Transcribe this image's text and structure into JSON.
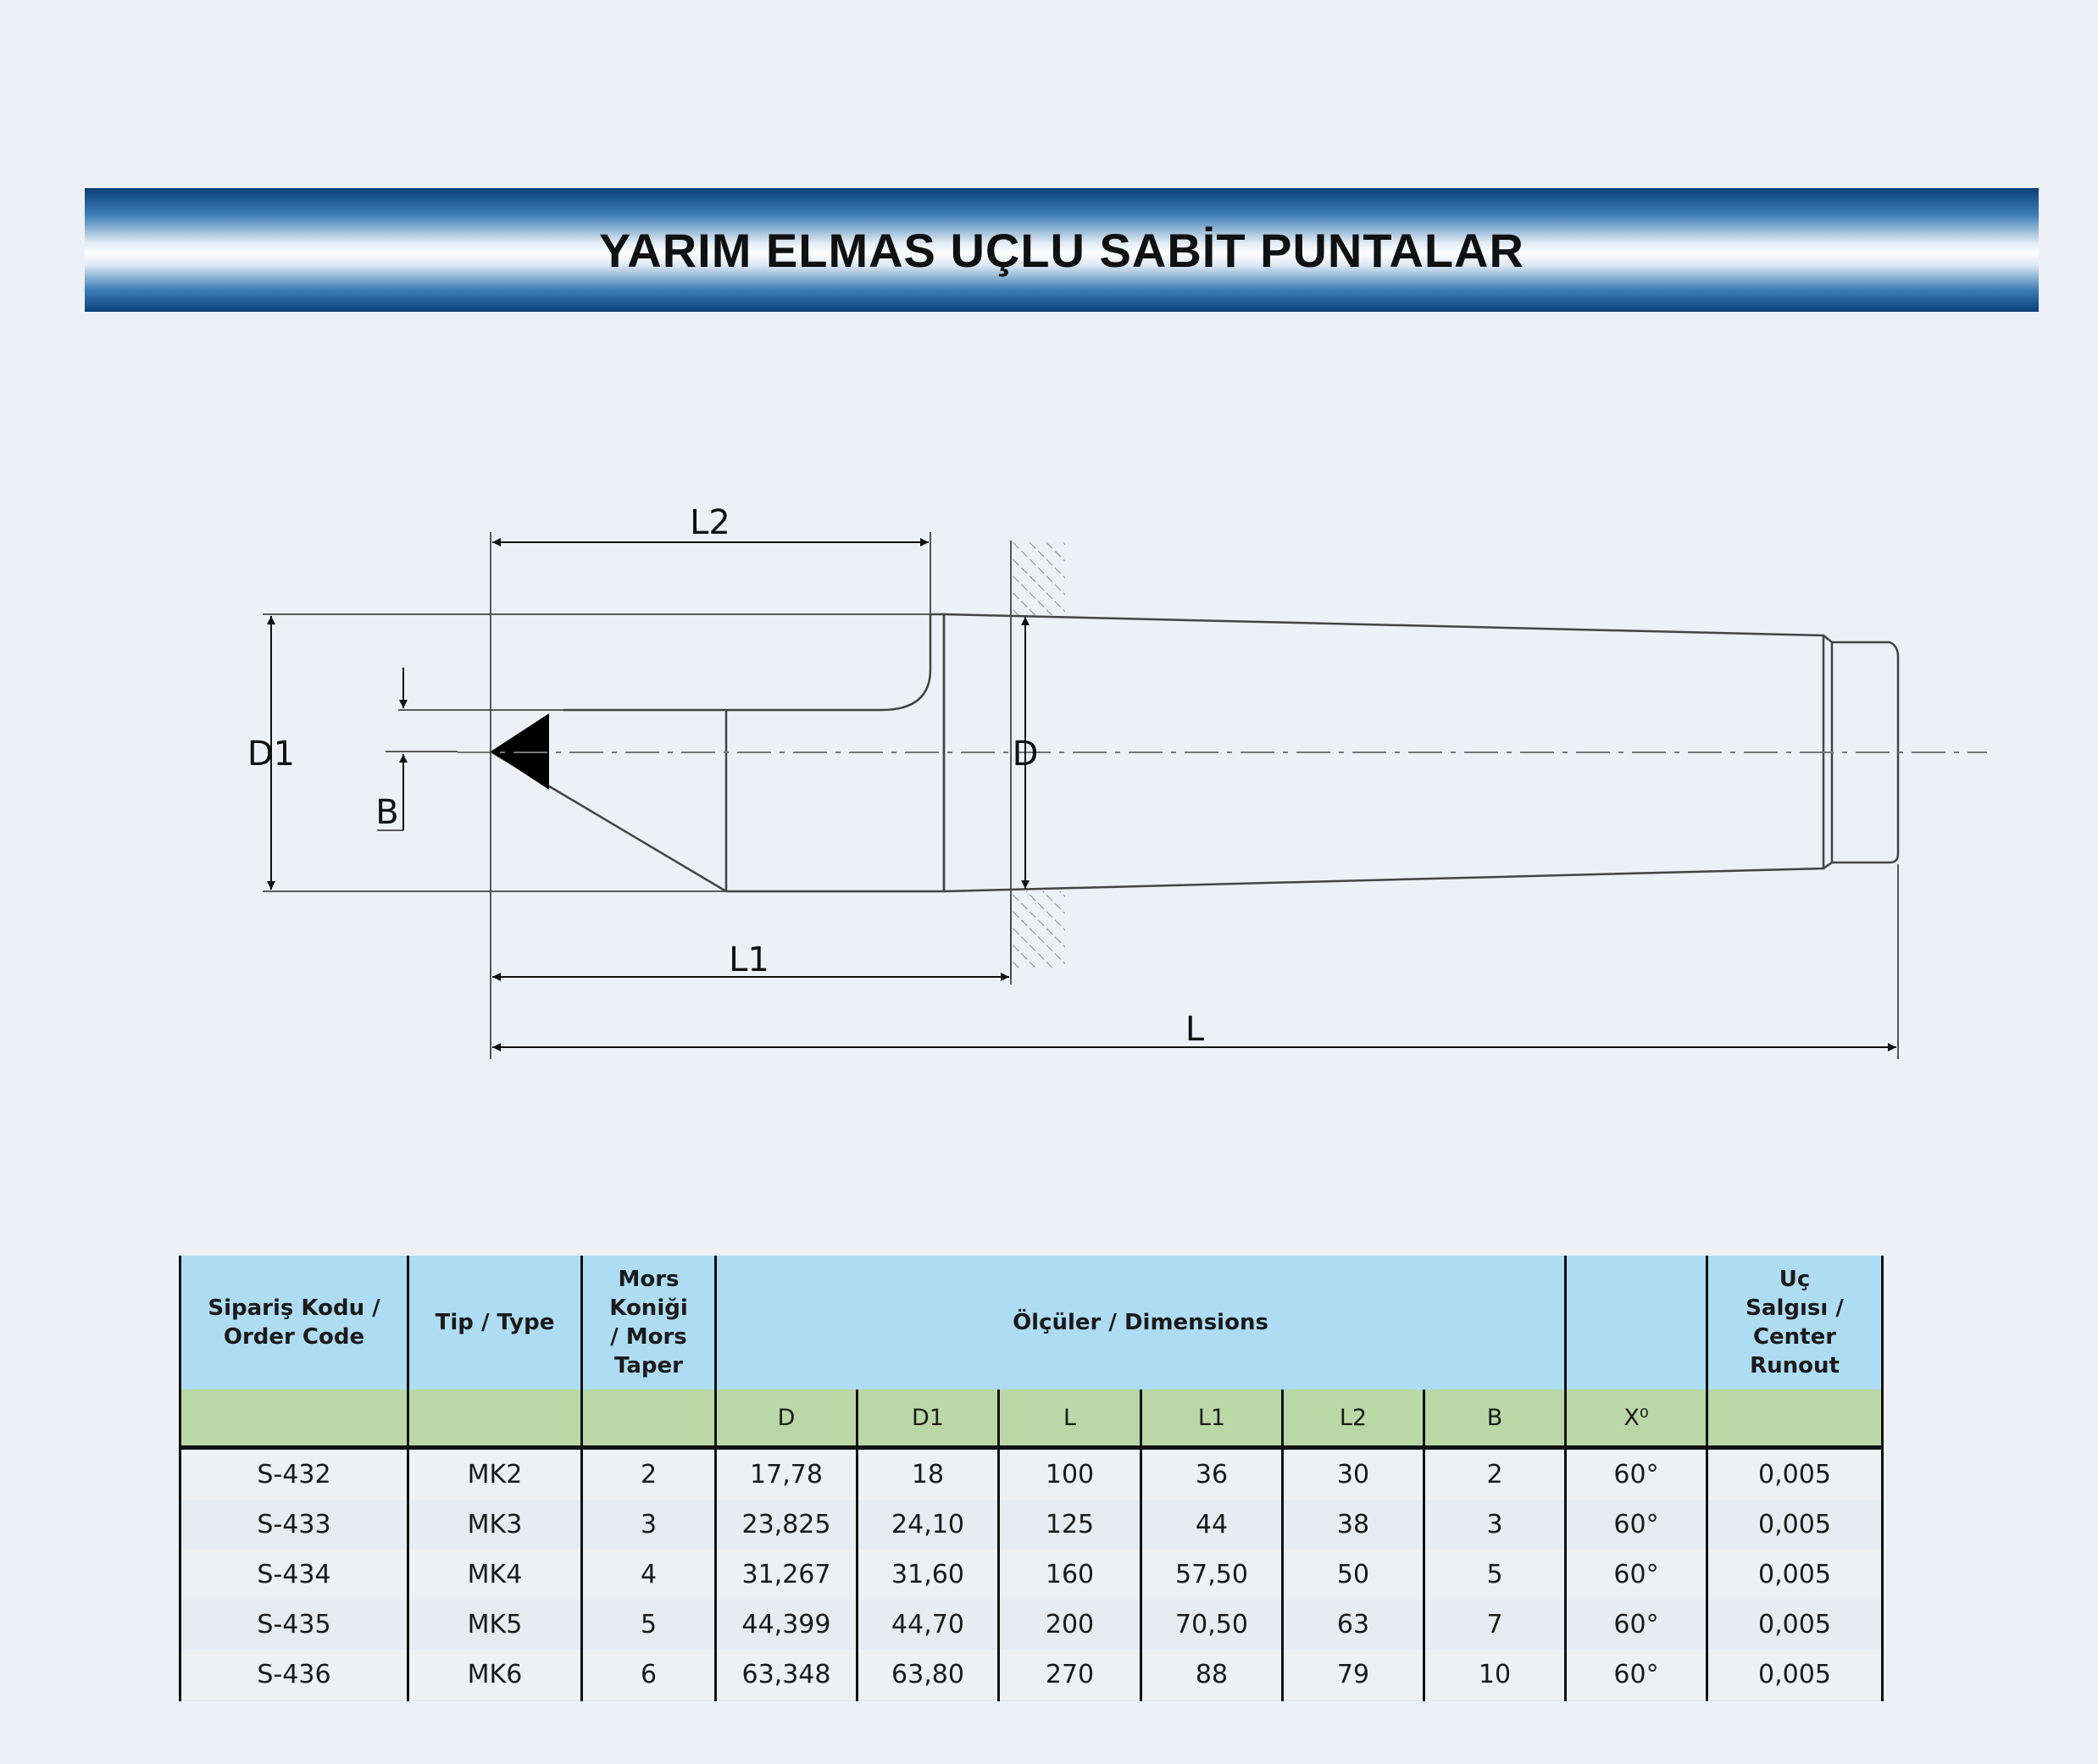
{
  "title": "YARIM ELMAS UÇLU SABİT PUNTALAR",
  "drawing": {
    "labels": {
      "l2": "L2",
      "d1": "D1",
      "d": "D",
      "b": "B",
      "l1": "L1",
      "l": "L"
    }
  },
  "table": {
    "header_top": {
      "order_code": "Sipariş Kodu / Order Code",
      "type": "Tip / Type",
      "morse_taper": "Mors Koniği / Mors Taper",
      "dimensions": "Ölçüler / Dimensions",
      "angle_blank": "",
      "runout": "Uç Salgısı / Center Runout"
    },
    "header_sub": {
      "d": "D",
      "d1": "D1",
      "l": "L",
      "l1": "L1",
      "l2": "L2",
      "b": "B",
      "x_angle": "X⁰"
    },
    "rows": [
      {
        "code": "S-432",
        "type": "MK2",
        "taper": "2",
        "d": "17,78",
        "d1": "18",
        "l": "100",
        "l1": "36",
        "l2": "30",
        "b": "2",
        "x": "60°",
        "runout": "0,005"
      },
      {
        "code": "S-433",
        "type": "MK3",
        "taper": "3",
        "d": "23,825",
        "d1": "24,10",
        "l": "125",
        "l1": "44",
        "l2": "38",
        "b": "3",
        "x": "60°",
        "runout": "0,005"
      },
      {
        "code": "S-434",
        "type": "MK4",
        "taper": "4",
        "d": "31,267",
        "d1": "31,60",
        "l": "160",
        "l1": "57,50",
        "l2": "50",
        "b": "5",
        "x": "60°",
        "runout": "0,005"
      },
      {
        "code": "S-435",
        "type": "MK5",
        "taper": "5",
        "d": "44,399",
        "d1": "44,70",
        "l": "200",
        "l1": "70,50",
        "l2": "63",
        "b": "7",
        "x": "60°",
        "runout": "0,005"
      },
      {
        "code": "S-436",
        "type": "MK6",
        "taper": "6",
        "d": "63,348",
        "d1": "63,80",
        "l": "270",
        "l1": "88",
        "l2": "79",
        "b": "10",
        "x": "60°",
        "runout": "0,005"
      }
    ]
  }
}
